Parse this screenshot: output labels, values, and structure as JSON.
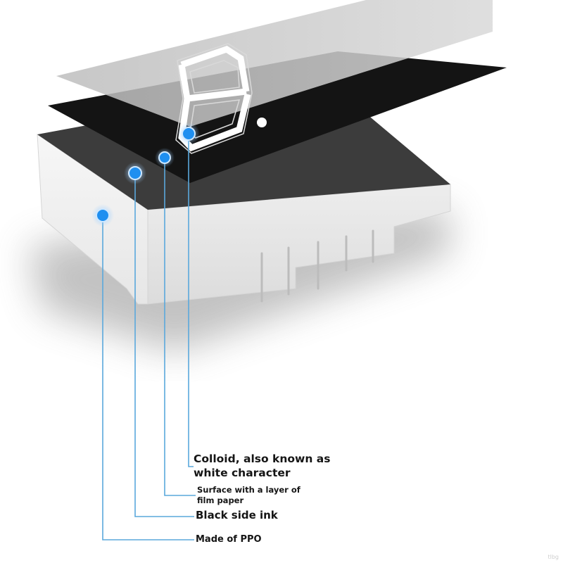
{
  "callouts": {
    "colloid": {
      "line1": "Colloid, also known as",
      "line2": "white character"
    },
    "film_surface": {
      "line1": "Surface with a layer of",
      "line2": "film paper"
    },
    "side_ink": "Black side ink",
    "ppo": "Made of PPO"
  },
  "display": {
    "digit": "8.",
    "pin_count": 5
  },
  "colors": {
    "marker": "#1f8ff0",
    "leader_line": "#5aa8dc",
    "body": "#f2f2f2",
    "black_layer": "#141414",
    "film_layer": "#c9c9c9"
  },
  "watermark": "tlbg"
}
